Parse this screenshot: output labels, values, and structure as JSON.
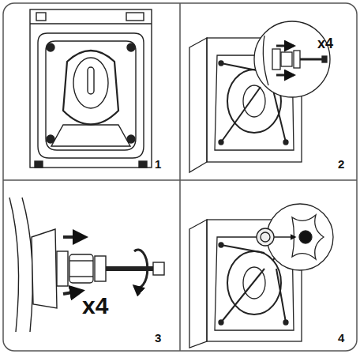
{
  "diagram": {
    "labels": [
      "1",
      "x4",
      "2",
      "x4",
      "3",
      "4"
    ]
  }
}
